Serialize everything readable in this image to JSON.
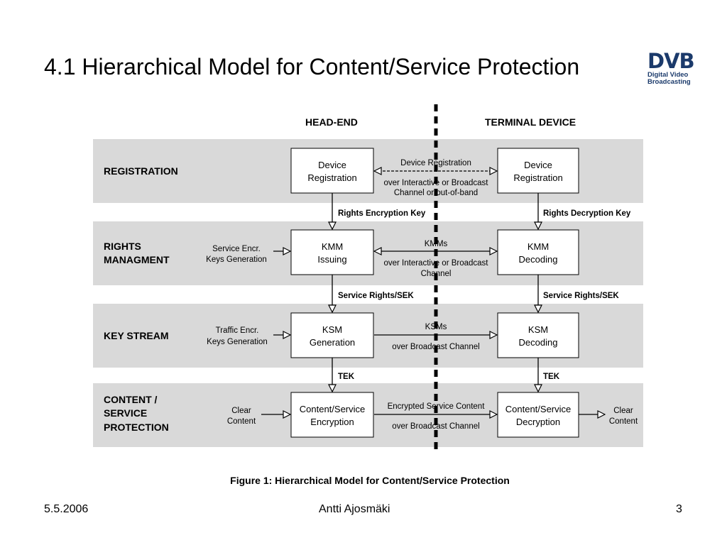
{
  "slide": {
    "title": "4.1 Hierarchical Model for Content/Service Protection",
    "footer_left": "5.5.2006",
    "footer_center": "Antti Ajosmäki",
    "footer_right": "3"
  },
  "logo": {
    "text": "DVB",
    "line1": "Digital Video",
    "line2": "Broadcasting"
  },
  "diagram": {
    "columns": {
      "head_end": "HEAD-END",
      "terminal": "TERMINAL DEVICE"
    },
    "rows": {
      "registration": "REGISTRATION",
      "rights_1": "RIGHTS",
      "rights_2": "MANAGMENT",
      "key_stream": "KEY STREAM",
      "content_1": "CONTENT /",
      "content_2": "SERVICE",
      "content_3": "PROTECTION"
    },
    "boxes": {
      "dev_reg_head_1": "Device",
      "dev_reg_head_2": "Registration",
      "dev_reg_term_1": "Device",
      "dev_reg_term_2": "Registration",
      "kmm_issue_1": "KMM",
      "kmm_issue_2": "Issuing",
      "kmm_decode_1": "KMM",
      "kmm_decode_2": "Decoding",
      "ksm_gen_1": "KSM",
      "ksm_gen_2": "Generation",
      "ksm_decode_1": "KSM",
      "ksm_decode_2": "Decoding",
      "enc_1": "Content/Service",
      "enc_2": "Encryption",
      "dec_1": "Content/Service",
      "dec_2": "Decryption"
    },
    "links": {
      "reg_top": "Device Registration",
      "reg_bot_1": "over Interactive or Broadcast",
      "reg_bot_2": "Channel or out-of-band",
      "kmm_top": "KMMs",
      "kmm_bot_1": "over Interactive or Broadcast",
      "kmm_bot_2": "Channel",
      "ksm_top": "KSMs",
      "ksm_bot": "over Broadcast Channel",
      "enc_top": "Encrypted Service Content",
      "enc_bot": "over Broadcast Channel"
    },
    "vertical_labels": {
      "rights_enc_key": "Rights Encryption Key",
      "rights_dec_key": "Rights Decryption Key",
      "sr_sek_left": "Service Rights/SEK",
      "sr_sek_right": "Service Rights/SEK",
      "tek_left": "TEK",
      "tek_right": "TEK"
    },
    "inputs": {
      "service_encr_1": "Service Encr.",
      "service_encr_2": "Keys Generation",
      "traffic_encr_1": "Traffic Encr.",
      "traffic_encr_2": "Keys Generation",
      "clear_in_1": "Clear",
      "clear_in_2": "Content",
      "clear_out_1": "Clear",
      "clear_out_2": "Content"
    },
    "caption": "Figure 1: Hierarchical Model for Content/Service Protection"
  }
}
